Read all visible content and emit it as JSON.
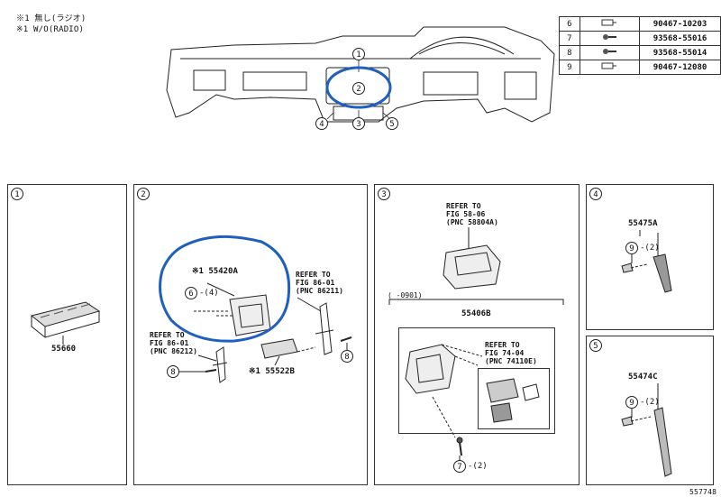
{
  "notes": {
    "line1": "※1 無し(ラジオ)",
    "line2": "※1 W/O(RADIO)"
  },
  "parts_table": [
    {
      "no": "6",
      "icon": "clip-icon",
      "part": "90467-10203"
    },
    {
      "no": "7",
      "icon": "screw-icon",
      "part": "93568-55016"
    },
    {
      "no": "8",
      "icon": "screw-icon",
      "part": "93568-55014"
    },
    {
      "no": "9",
      "icon": "clip-icon",
      "part": "90467-12080"
    }
  ],
  "overview_callouts": [
    "1",
    "2",
    "3",
    "4",
    "5"
  ],
  "panels": {
    "p1": {
      "no": "1",
      "part": "55660"
    },
    "p2": {
      "no": "2",
      "part_a": "※1 55420A",
      "part_b": "※1 55522B",
      "qty_6": "6",
      "qty_6_text": "-(4)",
      "callout_8a": "8",
      "callout_8b": "8",
      "ref_left": "REFER TO\nFIG 86-01\n(PNC 86212)",
      "ref_right": "REFER TO\nFIG 86-01\n(PNC 86211)"
    },
    "p3": {
      "no": "3",
      "ref_top": "REFER TO\nFIG 58-06\n(PNC 58804A)",
      "date_range": "(    -0901)",
      "part": "55406B",
      "ref_inner": "REFER TO\nFIG 74-04\n(PNC 74110E)",
      "qty_7": "7",
      "qty_7_text": "-(2)"
    },
    "p4": {
      "no": "4",
      "part": "55475A",
      "qty_9": "9",
      "qty_9_text": "-(2)"
    },
    "p5": {
      "no": "5",
      "part": "55474C",
      "qty_9": "9",
      "qty_9_text": "-(2)"
    }
  },
  "figure_id": "557748",
  "colors": {
    "highlight": "#1f5fbf",
    "line": "#222222"
  }
}
